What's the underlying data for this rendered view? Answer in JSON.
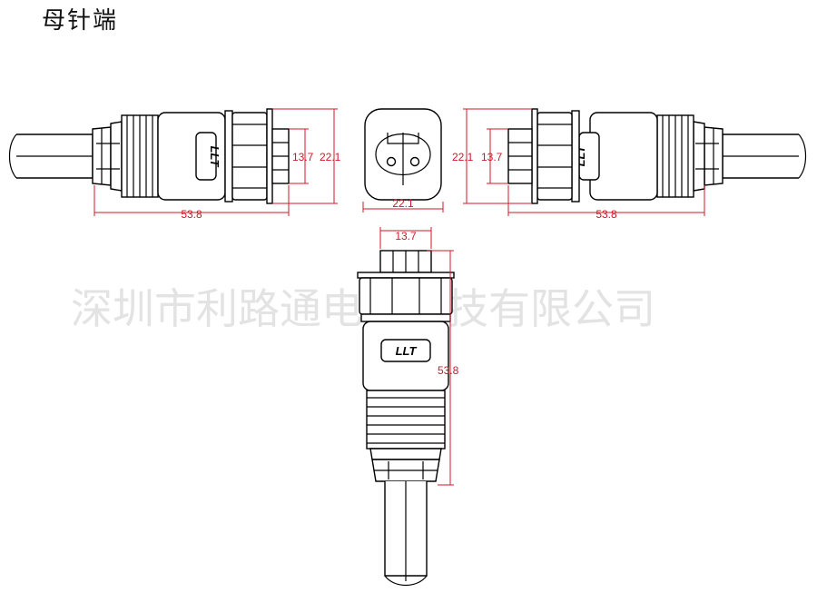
{
  "title": "母针端",
  "watermark": "深圳市利路通电子科技有限公司",
  "logo_text": "LLT",
  "colors": {
    "dimension": "#d0182a",
    "outline": "#000000",
    "watermark": "#e3e3e3"
  },
  "dimensions": {
    "left_body_length": "53.8",
    "left_inner_height": "13.7",
    "left_outer_height": "22.1",
    "face_diameter": "22.1",
    "bottom_inner_width": "13.7",
    "bottom_length": "53.8",
    "right_outer_height": "22.1",
    "right_inner_height": "13.7",
    "right_body_length": "53.8"
  }
}
